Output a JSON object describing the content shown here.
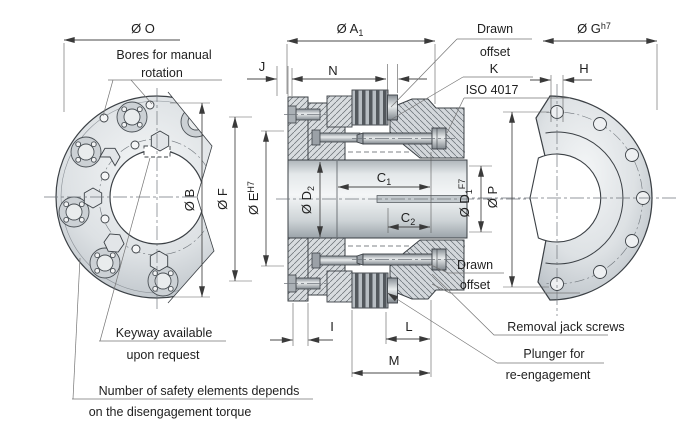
{
  "diagram": {
    "kind": "mechanical-coupling-technical-drawing",
    "views": [
      "front-flange-left",
      "cross-section-center",
      "front-flange-right"
    ]
  },
  "dims": {
    "o": {
      "text": "Ø O"
    },
    "a1": {
      "text": "Ø A",
      "sub": "1"
    },
    "g": {
      "text": "Ø G",
      "sup": "h7"
    },
    "j": {
      "text": "J"
    },
    "n": {
      "text": "N"
    },
    "k": {
      "text": "K"
    },
    "h": {
      "text": "H"
    },
    "b": {
      "text": "Ø B"
    },
    "f": {
      "text": "Ø F"
    },
    "e": {
      "text": "Ø E",
      "sup": "H7"
    },
    "d2": {
      "text": "Ø D",
      "sub": "2"
    },
    "c1": {
      "text": "C",
      "sub": "1"
    },
    "c2": {
      "text": "C",
      "sub": "2"
    },
    "d1": {
      "text": "Ø D",
      "sub": "1",
      "sup": "F7"
    },
    "p": {
      "text": "Ø P"
    },
    "i": {
      "text": "I"
    },
    "l": {
      "text": "L"
    },
    "m": {
      "text": "M"
    }
  },
  "annotations": {
    "bores": {
      "line1": "Bores for manual",
      "line2": "rotation"
    },
    "drawn_offset_top": {
      "line1": "Drawn",
      "line2": "offset"
    },
    "iso": {
      "text": "ISO 4017"
    },
    "drawn_offset_bottom": {
      "line1": "Drawn",
      "line2": "offset"
    },
    "removal_jack_screws": {
      "text": "Removal jack screws"
    },
    "plunger": {
      "line1": "Plunger for",
      "line2": "re-engagement"
    },
    "keyway": {
      "line1": "Keyway available",
      "line2": "upon request"
    },
    "safety_elements": {
      "line1": "Number of safety elements depends",
      "line2": "on the disengagement torque"
    }
  },
  "colors": {
    "background": "#ffffff",
    "outline": "#3b4045",
    "dimension_line": "#4a4a4a",
    "text": "#1f1f1f",
    "metal_light": "#f2f4f5",
    "metal_dark": "#aab1b7",
    "hatch": "#646b71"
  }
}
